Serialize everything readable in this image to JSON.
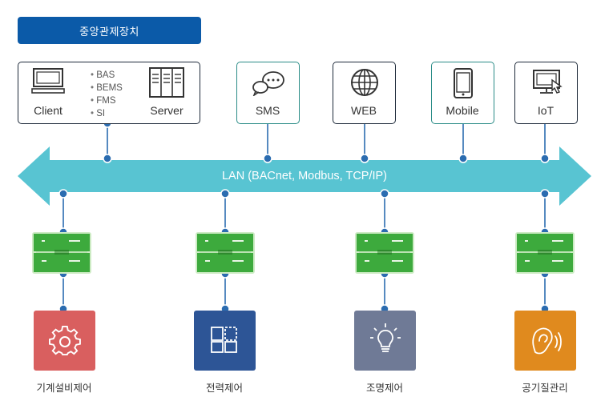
{
  "header": {
    "title": "중앙관제장치"
  },
  "top_nodes": {
    "client": "Client",
    "server": "Server",
    "protocols": [
      "BAS",
      "BEMS",
      "FMS",
      "SI"
    ],
    "sms": "SMS",
    "web": "WEB",
    "mobile": "Mobile",
    "iot": "IoT"
  },
  "network": {
    "label": "LAN (BACnet, Modbus, TCP/IP)"
  },
  "bottom_nodes": [
    {
      "label": "기계설비제어",
      "icon": "gear-icon",
      "color": "#d95f5f"
    },
    {
      "label": "전력제어",
      "icon": "power-panel-icon",
      "color": "#2d5596"
    },
    {
      "label": "조명제어",
      "icon": "light-bulb-icon",
      "color": "#6f7a96"
    },
    {
      "label": "공기질관리",
      "icon": "air-quality-icon",
      "color": "#e08a1e"
    }
  ],
  "colors": {
    "header_blue": "#0b5aa8",
    "lan_arrow": "#58c4d2",
    "connector": "#2b6cb0",
    "controller_green": "#3daa3d",
    "teal_border": "#2a8c87"
  }
}
